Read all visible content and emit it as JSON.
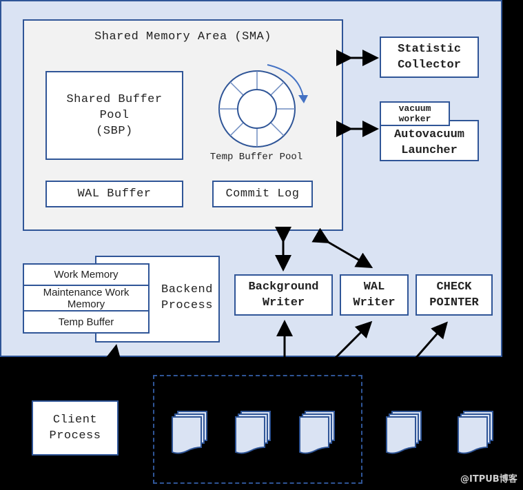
{
  "diagram": {
    "title": "PostgreSQL process and memory architecture",
    "colors": {
      "server_fill": "#dae3f3",
      "sma_fill": "#f2f2f2",
      "border": "#2f5597",
      "arrow": "#000000",
      "rotation_arrow": "#4472c4",
      "file_fill": "#dae3f3",
      "background": "#000000"
    },
    "shared_memory": {
      "title": "Shared Memory Area (SMA)",
      "shared_buffer_pool": [
        "Shared Buffer",
        "Pool",
        "(SBP)"
      ],
      "temp_buffer_pool": "Temp Buffer Pool",
      "wal_buffer": "WAL Buffer",
      "commit_log": "Commit Log"
    },
    "side_processes": {
      "statistic_collector": [
        "Statistic",
        "Collector"
      ],
      "vacuum_worker": [
        "vacuum",
        "worker"
      ],
      "autovacuum_launcher": [
        "Autovacuum",
        "Launcher"
      ]
    },
    "backend": {
      "label": [
        "Backend",
        "Process"
      ],
      "memory_items": [
        "Work Memory",
        "Maintenance Work Memory",
        "Temp Buffer"
      ]
    },
    "writers": {
      "background_writer": [
        "Background",
        "Writer"
      ],
      "wal_writer": [
        "WAL",
        "Writer"
      ],
      "checkpointer": [
        "CHECK",
        "POINTER"
      ]
    },
    "client": [
      "Client",
      "Process"
    ],
    "storage": {
      "file_icon": "stacked-document-icon",
      "grouped_files_count": 3,
      "other_files_count": 2
    },
    "watermark": "@ITPUB博客"
  }
}
